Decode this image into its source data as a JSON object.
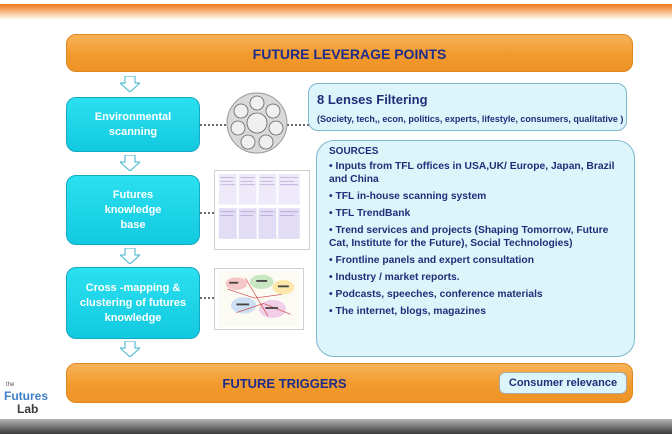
{
  "top_banner": {
    "label": "FUTURE LEVERAGE POINTS"
  },
  "bottom_banner": {
    "label": "FUTURE TRIGGERS",
    "badge": "Consumer relevance"
  },
  "process_steps": [
    {
      "label": "Environmental scanning"
    },
    {
      "label": "Futures knowledge base"
    },
    {
      "label": "Cross -mapping & clustering of  futures knowledge"
    }
  ],
  "lenses": {
    "title": "8 Lenses Filtering",
    "subtitle": "(Society, tech,, econ, politics, experts, lifestyle, consumers, qualitative )"
  },
  "sources": {
    "title": "SOURCES",
    "items": [
      "• Inputs from TFL offices in USA,UK/ Europe, Japan, Brazil and China",
      "• TFL in-house scanning system",
      "• TFL TrendBank",
      "• Trend services and projects (Shaping Tomorrow, Future Cat, Institute for the Future), Social Technologies)",
      "• Frontline panels and expert consultation",
      "• Industry / market reports.",
      "• Podcasts, speeches, conference materials",
      "• The internet, blogs, magazines"
    ]
  },
  "logo": {
    "the": "the",
    "future": "Futures",
    "lab": "Lab"
  },
  "colors": {
    "orange": "#f29a2c",
    "cyan": "#12c9e0",
    "pale_blue": "#dbf5fb",
    "navy_text": "#1f2f7a"
  }
}
